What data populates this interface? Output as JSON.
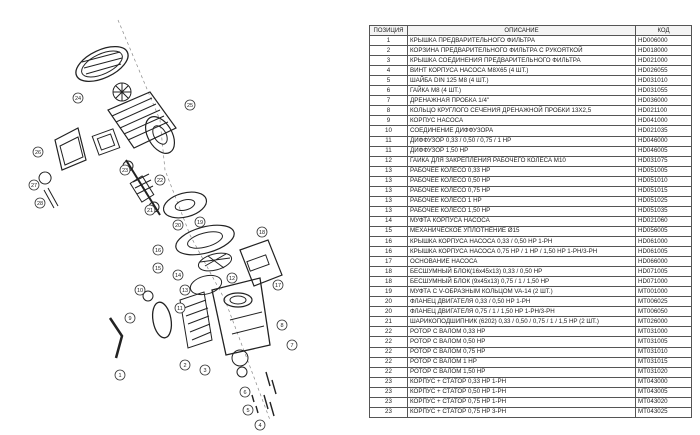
{
  "table": {
    "headers": {
      "position": "ПОЗИЦИЯ",
      "description": "ОПИСАНИЕ",
      "code": "КОД"
    },
    "rows": [
      {
        "pos": "1",
        "desc": "КРЫШКА ПРЕДВАРИТЕЛЬНОГО ФИЛЬТРА",
        "code": "HD006000"
      },
      {
        "pos": "2",
        "desc": "КОРЗИНА ПРЕДВАРИТЕЛЬНОГО ФИЛЬТРА С РУКОЯТКОЙ",
        "code": "HD018000"
      },
      {
        "pos": "3",
        "desc": "КРЫШКА СОЕДИНЕНИЯ ПРЕДВАРИТЕЛЬНОГО ФИЛЬТРА",
        "code": "HD021000"
      },
      {
        "pos": "4",
        "desc": "ВИНТ КОРПУСА НАСОСА M8X65 (4 ШТ.)",
        "code": "HD026055"
      },
      {
        "pos": "5",
        "desc": "ШАЙБА DIN 125 M8 (4 ШТ.)",
        "code": "HD031010"
      },
      {
        "pos": "6",
        "desc": "ГАЙКА M8 (4 ШТ.)",
        "code": "HD031055"
      },
      {
        "pos": "7",
        "desc": "ДРЕНАЖНАЯ ПРОБКА 1/4\"",
        "code": "HD036000"
      },
      {
        "pos": "8",
        "desc": "КОЛЬЦО КРУГЛОГО СЕЧЕНИЯ ДРЕНАЖНОЙ ПРОБКИ 13X2,5",
        "code": "HD021100"
      },
      {
        "pos": "9",
        "desc": "КОРПУС НАСОСА",
        "code": "HD041000"
      },
      {
        "pos": "10",
        "desc": "СОЕДИНЕНИЕ ДИФФУЗОРА",
        "code": "HD021035"
      },
      {
        "pos": "11",
        "desc": "ДИФФУЗОР 0,33 / 0,50 / 0,75 / 1 HP",
        "code": "HD046000"
      },
      {
        "pos": "11",
        "desc": "ДИФФУЗОР 1,50 HP",
        "code": "HD046005"
      },
      {
        "pos": "12",
        "desc": "ГАЙКА ДЛЯ ЗАКРЕПЛЕНИЯ РАБОЧЕГО КОЛЕСА M10",
        "code": "HD031075"
      },
      {
        "pos": "13",
        "desc": "РАБОЧЕЕ КОЛЕСО 0,33 HP",
        "code": "HD051005"
      },
      {
        "pos": "13",
        "desc": "РАБОЧЕЕ КОЛЕСО 0,50 HP",
        "code": "HD051010"
      },
      {
        "pos": "13",
        "desc": "РАБОЧЕЕ КОЛЕСО 0,75 HP",
        "code": "HD051015"
      },
      {
        "pos": "13",
        "desc": "РАБОЧЕЕ КОЛЕСО 1 HP",
        "code": "HD051025"
      },
      {
        "pos": "13",
        "desc": "РАБОЧЕЕ КОЛЕСО 1,50 HP",
        "code": "HD051035"
      },
      {
        "pos": "14",
        "desc": "МУФТА КОРПУСА НАСОСА",
        "code": "HD021060"
      },
      {
        "pos": "15",
        "desc": "МЕХАНИЧЕСКОЕ УПЛОТНЕНИЕ Ø15",
        "code": "HD056005"
      },
      {
        "pos": "16",
        "desc": "КРЫШКА КОРПУСА НАСОСА 0,33 / 0,50 HP 1-PH",
        "code": "HD061000"
      },
      {
        "pos": "16",
        "desc": "КРЫШКА КОРПУСА НАСОСА 0,75 HP / 1 HP / 1,50 HP 1-PH/3-PH",
        "code": "HD061005"
      },
      {
        "pos": "17",
        "desc": "ОСНОВАНИЕ НАСОСА",
        "code": "HD066000"
      },
      {
        "pos": "18",
        "desc": "БЕСШУМНЫЙ БЛОК(16x45x13) 0,33 / 0,50 HP",
        "code": "HD071005"
      },
      {
        "pos": "18",
        "desc": "БЕСШУМНЫЙ БЛОК (9x45x13) 0,75 / 1 / 1,50 HP",
        "code": "HD071000"
      },
      {
        "pos": "19",
        "desc": "МУФТА С V-ОБРАЗНЫМ КОЛЬЦОМ VA-14 (2 ШТ.)",
        "code": "MT001000"
      },
      {
        "pos": "20",
        "desc": "ФЛАНЕЦ ДВИГАТЕЛЯ 0,33 / 0,50 HP 1-PH",
        "code": "MT006025"
      },
      {
        "pos": "20",
        "desc": "ФЛАНЕЦ ДВИГАТЕЛЯ 0,75 / 1 / 1,50 HP 1-PH/3-PH",
        "code": "MT006050"
      },
      {
        "pos": "21",
        "desc": "ШАРИКОПОДШИПНИК (6202) 0,33 / 0,50 / 0,75 / 1 / 1,5 HP (2 ШТ.)",
        "code": "MT026000"
      },
      {
        "pos": "22",
        "desc": "РОТОР С ВАЛОМ 0,33 HP",
        "code": "MT031000"
      },
      {
        "pos": "22",
        "desc": "РОТОР С ВАЛОМ 0,50 HP",
        "code": "MT031005"
      },
      {
        "pos": "22",
        "desc": "РОТОР С ВАЛОМ 0,75 HP",
        "code": "MT031010"
      },
      {
        "pos": "22",
        "desc": "РОТОР С ВАЛОМ 1 HP",
        "code": "MT031015"
      },
      {
        "pos": "22",
        "desc": "РОТОР С ВАЛОМ 1,50 HP",
        "code": "MT031020"
      },
      {
        "pos": "23",
        "desc": "КОРПУС + СТАТОР 0,33 HP 1-PH",
        "code": "MT043000"
      },
      {
        "pos": "23",
        "desc": "КОРПУС + СТАТОР 0,50 HP 1-PH",
        "code": "MT043005"
      },
      {
        "pos": "23",
        "desc": "КОРПУС + СТАТОР 0,75 HP 1-PH",
        "code": "MT043020"
      },
      {
        "pos": "23",
        "desc": "КОРПУС + СТАТОР 0,75 HP 3-PH",
        "code": "MT043025"
      }
    ]
  },
  "drawing": {
    "callouts": [
      "24",
      "25",
      "26",
      "27",
      "28",
      "23",
      "22",
      "21",
      "20",
      "19",
      "18",
      "17",
      "16",
      "15",
      "14",
      "13",
      "12",
      "11",
      "10",
      "9",
      "8",
      "7",
      "6",
      "5",
      "4",
      "3",
      "2",
      "1"
    ]
  }
}
